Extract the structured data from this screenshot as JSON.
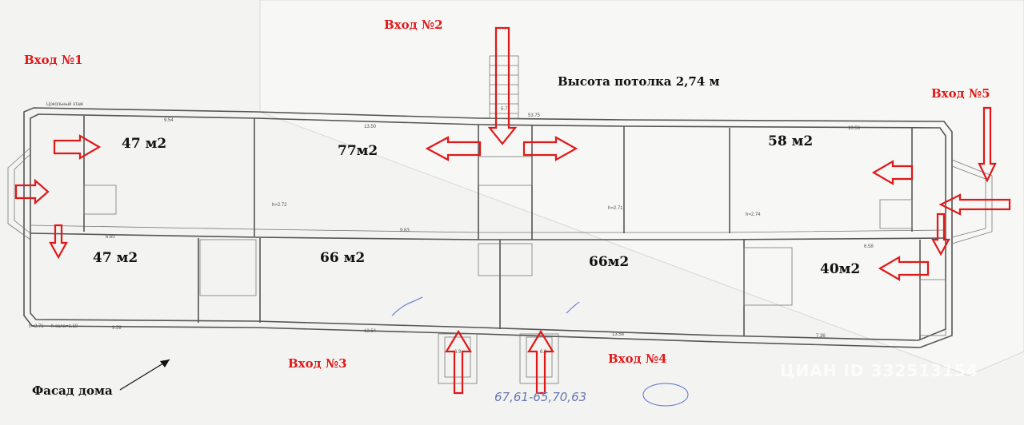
{
  "entrances": {
    "e1": "Вход №1",
    "e2": "Вход №2",
    "e3": "Вход №3",
    "e4": "Вход №4",
    "e5": "Вход №5"
  },
  "ceiling_height": "Высота потолка 2,74 м",
  "facade_label": "Фасад дома",
  "plan_caption": "Цокольный этаж",
  "rooms": [
    {
      "label": "47 м2"
    },
    {
      "label": "77м2"
    },
    {
      "label": "58 м2"
    },
    {
      "label": "47 м2"
    },
    {
      "label": "66 м2"
    },
    {
      "label": "66м2"
    },
    {
      "label": "40м2"
    }
  ],
  "handwritten_note": "67,61-65,70,63",
  "watermark": "ЦИАН ID 332513154",
  "dimensions": {
    "top_left_width": "9.54",
    "top_mid_width": "13.50",
    "total_width": "53.75",
    "top_right_width": "10.56",
    "bottom_left_width": "9.59",
    "bottom_mid_width": "13.54",
    "bottom_right_width": "13.58",
    "bottom_far_right": "7.36",
    "corridor_left": "6.60",
    "corridor_mid": "9.83",
    "corridor_right": "6.58",
    "height_left": "h=2.71",
    "height_mid": "h=2.72",
    "height_right": "h=2.74",
    "height_bottom_left": "h=2.71",
    "zone_note": "h зала=1.10",
    "stair_top": "5.7",
    "stair_bottom_left": "6.9",
    "stair_bottom_right": "6.9"
  },
  "colors": {
    "arrow": "#e01818",
    "line": "#555555",
    "paper": "#f3f3f1"
  }
}
